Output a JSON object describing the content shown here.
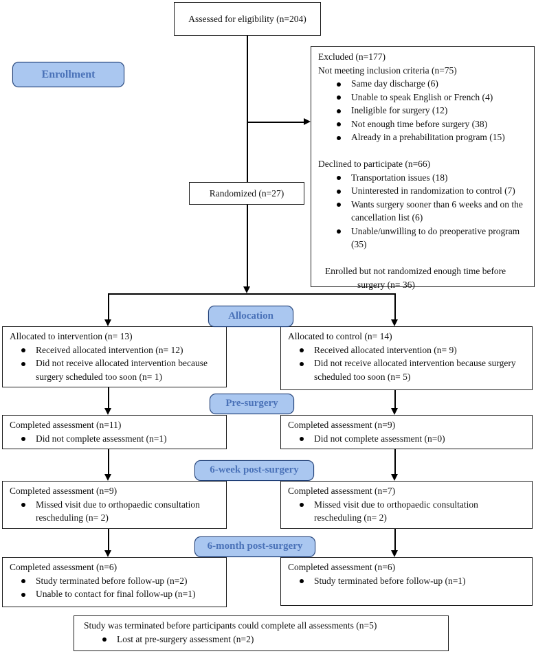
{
  "colors": {
    "stage_fill": "#aac7f0",
    "stage_border": "#1f3f77",
    "stage_text": "#4a72b8",
    "line": "#000000"
  },
  "stages": {
    "enrollment": "Enrollment",
    "allocation": "Allocation",
    "pre_surgery": "Pre-surgery",
    "week6": "6-week post-surgery",
    "month6": "6-month post-surgery"
  },
  "boxes": {
    "assessed": {
      "title": "Assessed for eligibility (n=204)"
    },
    "excluded": {
      "line1": "Excluded (n=177)",
      "line2": "Not meeting inclusion criteria (n=75)",
      "not_meeting_items": [
        "Same day discharge (6)",
        "Unable to speak English or French (4)",
        "Ineligible for surgery (12)",
        "Not enough time before surgery (38)",
        "Already in a prehabilitation program (15)"
      ],
      "declined_header": "Declined to participate (n=66)",
      "declined_items": [
        "Transportation issues (18)",
        "Uninterested in randomization to control (7)",
        "Wants surgery sooner than 6 weeks and on the cancellation list (6)",
        "Unable/unwilling to do preoperative program (35)"
      ],
      "enrolled_note": "Enrolled but not randomized enough time before surgery (n= 36)"
    },
    "randomized": {
      "title": "Randomized (n=27)"
    },
    "alloc_left": {
      "title": "Allocated to intervention (n= 13)",
      "items": [
        "Received allocated intervention (n= 12)",
        "Did not receive allocated intervention because surgery scheduled too soon  (n= 1)"
      ]
    },
    "alloc_right": {
      "title": "Allocated to control (n= 14)",
      "items": [
        "Received allocated intervention (n= 9)",
        "Did not receive allocated intervention because surgery scheduled too soon (n= 5)"
      ]
    },
    "pre_left": {
      "title": "Completed assessment  (n=11)",
      "items": [
        "Did not complete assessment (n=1)"
      ]
    },
    "pre_right": {
      "title": "Completed assessment  (n=9)",
      "items": [
        "Did not complete assessment (n=0)"
      ]
    },
    "week6_left": {
      "title": "Completed assessment (n=9)",
      "items": [
        "Missed visit due to orthopaedic consultation rescheduling (n= 2)"
      ]
    },
    "week6_right": {
      "title": "Completed assessment (n=7)",
      "items": [
        "Missed visit due to orthopaedic consultation rescheduling (n= 2)"
      ]
    },
    "month6_left": {
      "title": "Completed assessment (n=6)",
      "items": [
        "Study terminated before follow-up (n=2)",
        "Unable to contact for final follow-up (n=1)"
      ]
    },
    "month6_right": {
      "title": "Completed assessment (n=6)",
      "items": [
        "Study terminated before follow-up (n=1)"
      ]
    },
    "terminated": {
      "title": "Study was terminated before participants could complete all assessments (n=5)",
      "items": [
        "Lost at pre-surgery assessment (n=2)"
      ]
    }
  }
}
